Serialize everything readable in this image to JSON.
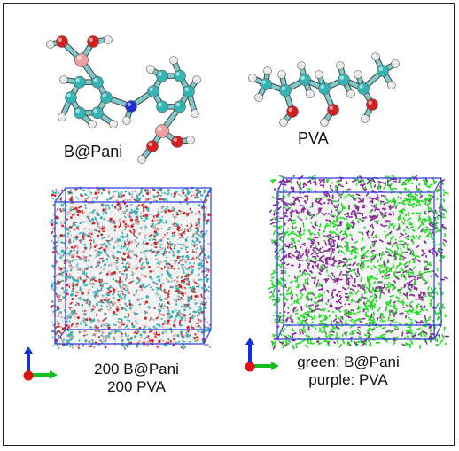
{
  "molecules": {
    "bpani_label": "B@Pani",
    "pva_label": "PVA"
  },
  "boxes": {
    "left_caption_line1": "200 B@Pani",
    "left_caption_line2": "200 PVA",
    "right_caption_line1": "green: B@Pani",
    "right_caption_line2": "purple: PVA"
  },
  "colors": {
    "carbon": "#33b5b5",
    "hydrogen": "#e8e8e8",
    "oxygen": "#d42020",
    "boron": "#e8a0a0",
    "nitrogen": "#2030d0",
    "bpani_green": "#22dd22",
    "pva_purple": "#8a2a9a",
    "box_edge": "#2f3fe0",
    "axis_y": "#1030e0",
    "axis_x": "#10c020",
    "axis_z": "#e01010"
  },
  "icons": [
    "axis-triad-icon"
  ]
}
